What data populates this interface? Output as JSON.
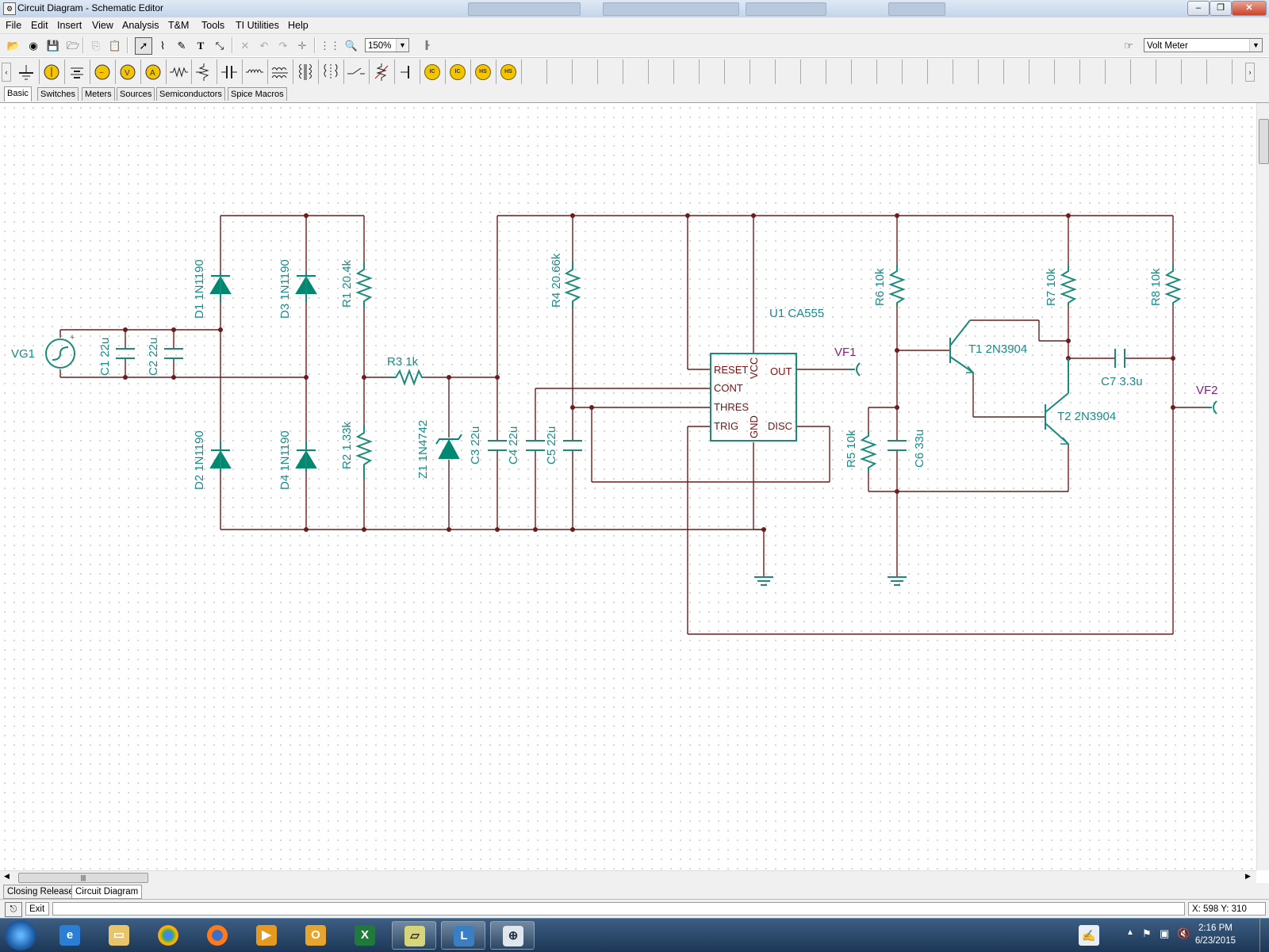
{
  "window": {
    "title": "Circuit Diagram - Schematic Editor"
  },
  "menu": [
    "File",
    "Edit",
    "Insert",
    "View",
    "Analysis",
    "T&M",
    "Tools",
    "TI Utilities",
    "Help"
  ],
  "toolbar": {
    "zoom": "150%",
    "instrument": "Volt Meter"
  },
  "categories": {
    "tabs": [
      "Basic",
      "Switches",
      "Meters",
      "Sources",
      "Semiconductors",
      "Spice Macros"
    ],
    "active": "Basic"
  },
  "component_icons": [
    "ground-icon",
    "voltage-source-icon",
    "battery-icon",
    "voltmeter-icon",
    "voltmeter-dc-icon",
    "ammeter-icon",
    "resistor-icon",
    "potentiometer-icon",
    "capacitor-icon",
    "inductor-icon",
    "coupled-inductor-icon",
    "transformer-icon",
    "transformer-ideal-icon",
    "switch-icon",
    "varistor-icon",
    "short-icon",
    "ic-1-icon",
    "ic-2-icon",
    "hs-1-icon",
    "hs-2-icon"
  ],
  "component_icon_labels": {
    "ic1": "IC",
    "ic2": "IC",
    "hs1": "HS",
    "hs2": "HS"
  },
  "schematic": {
    "source": "VG1",
    "capacitors": [
      "C1 22u",
      "C2 22u",
      "C3 22u",
      "C4 22u",
      "C5 22u",
      "C6 33u",
      "C7 3.3u"
    ],
    "diodes": [
      "D1 1N1190",
      "D2 1N1190",
      "D3 1N1190",
      "D4 1N1190"
    ],
    "zener": "Z1 1N4742",
    "resistors": [
      "R1 20.4k",
      "R2 1.33k",
      "R3 1k",
      "R4 20.66k",
      "R5 10k",
      "R6 10k",
      "R7 10k",
      "R8 10k"
    ],
    "ic": {
      "label": "U1 CA555",
      "pins": {
        "reset": "RESET",
        "cont": "CONT",
        "thres": "THRES",
        "trig": "TRIG",
        "vcc": "VCC",
        "gnd": "GND",
        "out": "OUT",
        "disc": "DISC"
      }
    },
    "transistors": [
      "T1 2N3904",
      "T2 2N3904"
    ],
    "probes": [
      "VF1",
      "VF2"
    ]
  },
  "bottom_tabs": [
    "Closing Release",
    "Circuit Diagram"
  ],
  "bottom_tab_active": "Circuit Diagram",
  "status": {
    "exit_label": "Exit",
    "coords": "X: 598  Y: 310"
  },
  "taskbar": {
    "time": "2:16 PM",
    "date": "6/23/2015"
  },
  "colors": {
    "wire": "#6b1d1d",
    "component": "#1a8a7a",
    "component_fill": "#008870",
    "probe_label": "#8b1a8b",
    "pin_text": "#7a1010"
  }
}
